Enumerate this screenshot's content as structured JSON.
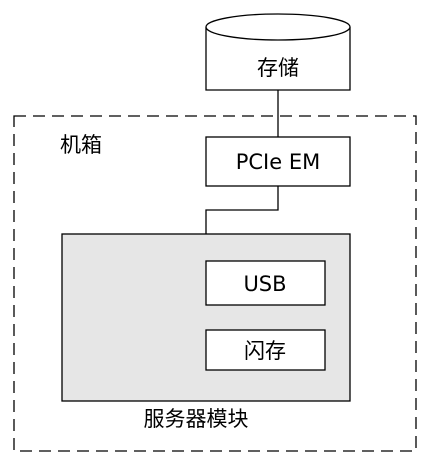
{
  "diagram": {
    "storage_label": "存储",
    "chassis_label": "机箱",
    "pcie_em_label": "PCIe EM",
    "usb_label": "USB",
    "flash_label": "闪存",
    "server_module_label": "服务器模块"
  },
  "colors": {
    "stroke": "#000000",
    "module_fill": "#e6e6e6",
    "box_fill": "#ffffff",
    "background": "#ffffff"
  }
}
